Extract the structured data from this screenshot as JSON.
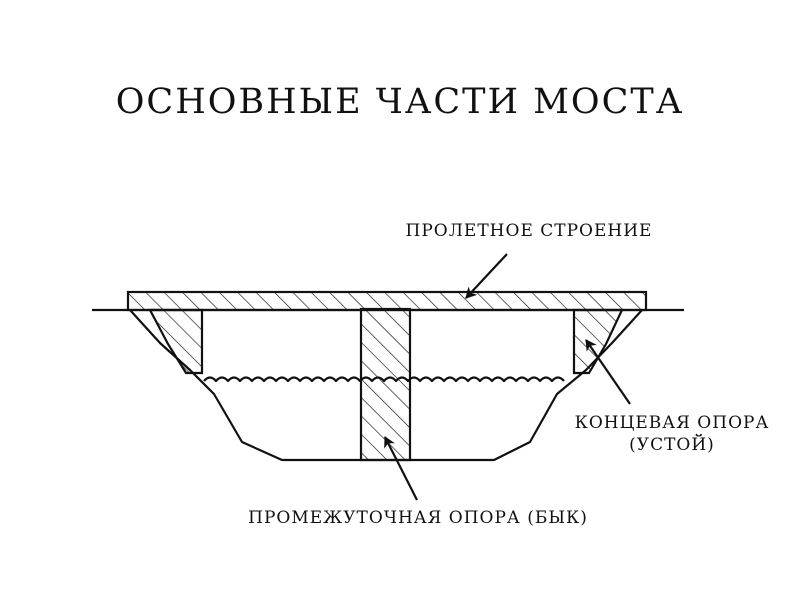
{
  "title": "ОСНОВНЫЕ ЧАСТИ МОСТА",
  "labels": {
    "span": "ПРОЛЕТНОЕ СТРОЕНИЕ",
    "abutment_line1": "КОНЦЕВАЯ ОПОРА",
    "abutment_line2": "(УСТОЙ)",
    "pier": "ПРОМЕЖУТОЧНАЯ ОПОРА (БЫК)"
  },
  "colors": {
    "line": "#111111",
    "background": "#ffffff"
  }
}
